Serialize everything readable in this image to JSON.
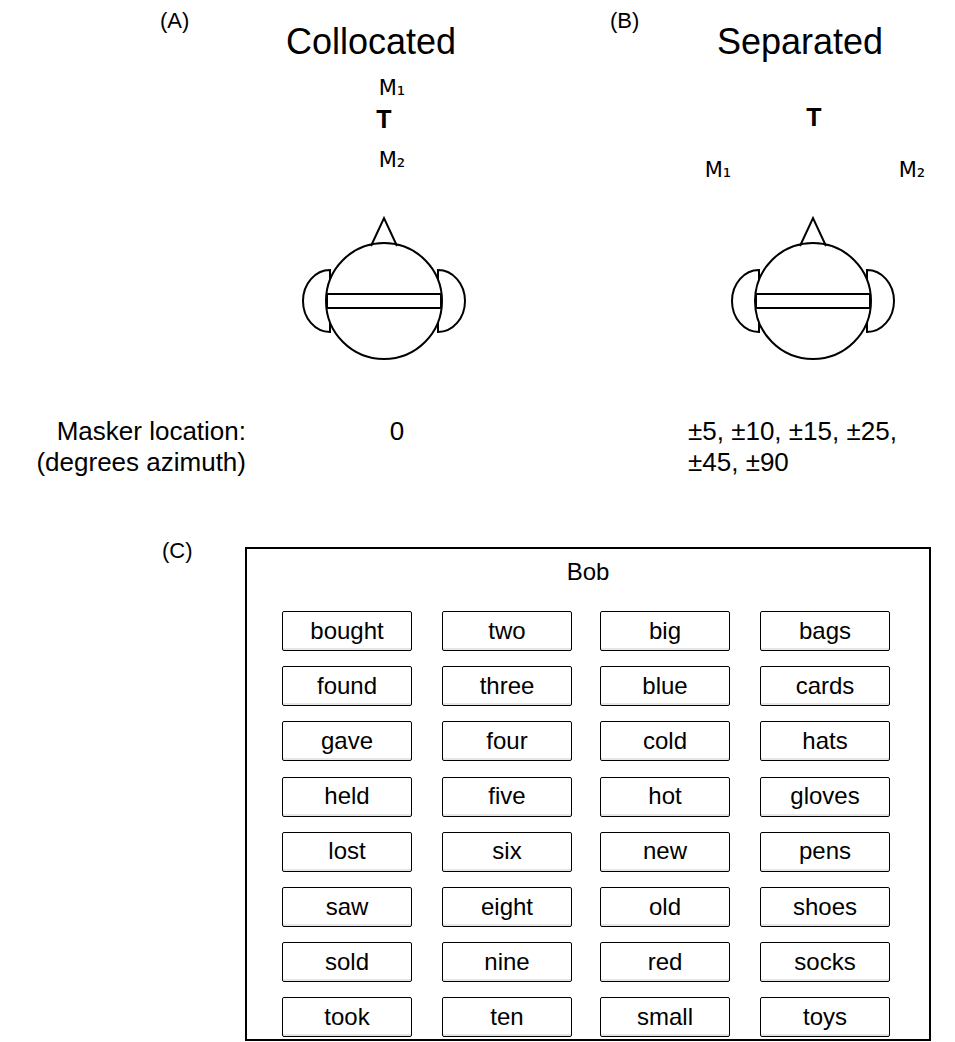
{
  "diagram": {
    "nodes": [
      {
        "text": [
          "Bob"
        ]
      },
      {
        "text": [
          "bought"
        ],
        "in": 0
      },
      {
        "text": [
          "two"
        ],
        "in": 0
      },
      {
        "text": [
          "big"
        ],
        "in": 0
      },
      {
        "text": [
          "bags"
        ],
        "in": 0
      },
      {
        "text": [
          "found"
        ],
        "in": 0
      },
      {
        "text": [
          "three"
        ],
        "in": 0
      },
      {
        "text": [
          "blue"
        ],
        "in": 0
      },
      {
        "text": [
          "cards"
        ],
        "in": 0
      },
      {
        "text": [
          "gave"
        ],
        "in": 0
      },
      {
        "text": [
          "four"
        ],
        "in": 0
      },
      {
        "text": [
          "cold"
        ],
        "in": 0
      },
      {
        "text": [
          "hats"
        ],
        "in": 0
      },
      {
        "text": [
          "held"
        ],
        "in": 0
      },
      {
        "text": [
          "five"
        ],
        "in": 0
      },
      {
        "text": [
          "hot"
        ],
        "in": 0
      },
      {
        "text": [
          "gloves"
        ],
        "in": 0
      },
      {
        "text": [
          "lost"
        ],
        "in": 0
      },
      {
        "text": [
          "six"
        ],
        "in": 0
      },
      {
        "text": [
          "new"
        ],
        "in": 0
      },
      {
        "text": [
          "pens"
        ],
        "in": 0
      },
      {
        "text": [
          "saw"
        ],
        "in": 0
      },
      {
        "text": [
          "eight"
        ],
        "in": 0
      },
      {
        "text": [
          "old"
        ],
        "in": 0
      },
      {
        "text": [
          "shoes"
        ],
        "in": 0
      },
      {
        "text": [
          "sold"
        ],
        "in": 0
      },
      {
        "text": [
          "nine"
        ],
        "in": 0
      },
      {
        "text": [
          "red"
        ],
        "in": 0
      },
      {
        "text": [
          "socks"
        ],
        "in": 0
      },
      {
        "text": [
          "took"
        ],
        "in": 0
      },
      {
        "text": [
          "ten"
        ],
        "in": 0
      },
      {
        "text": [
          "small"
        ],
        "in": 0
      },
      {
        "text": [
          "toys"
        ],
        "in": 0
      }
    ],
    "labels": [
      "(A)",
      "Collocated",
      "M₁",
      "T",
      "M₂",
      "(B)",
      "Separated",
      "T",
      "M₁",
      "M₂",
      "Masker location: (degrees azimuth)",
      "0",
      "±5, ±10, ±15, ±25, ±45, ±90",
      "(C)"
    ]
  }
}
